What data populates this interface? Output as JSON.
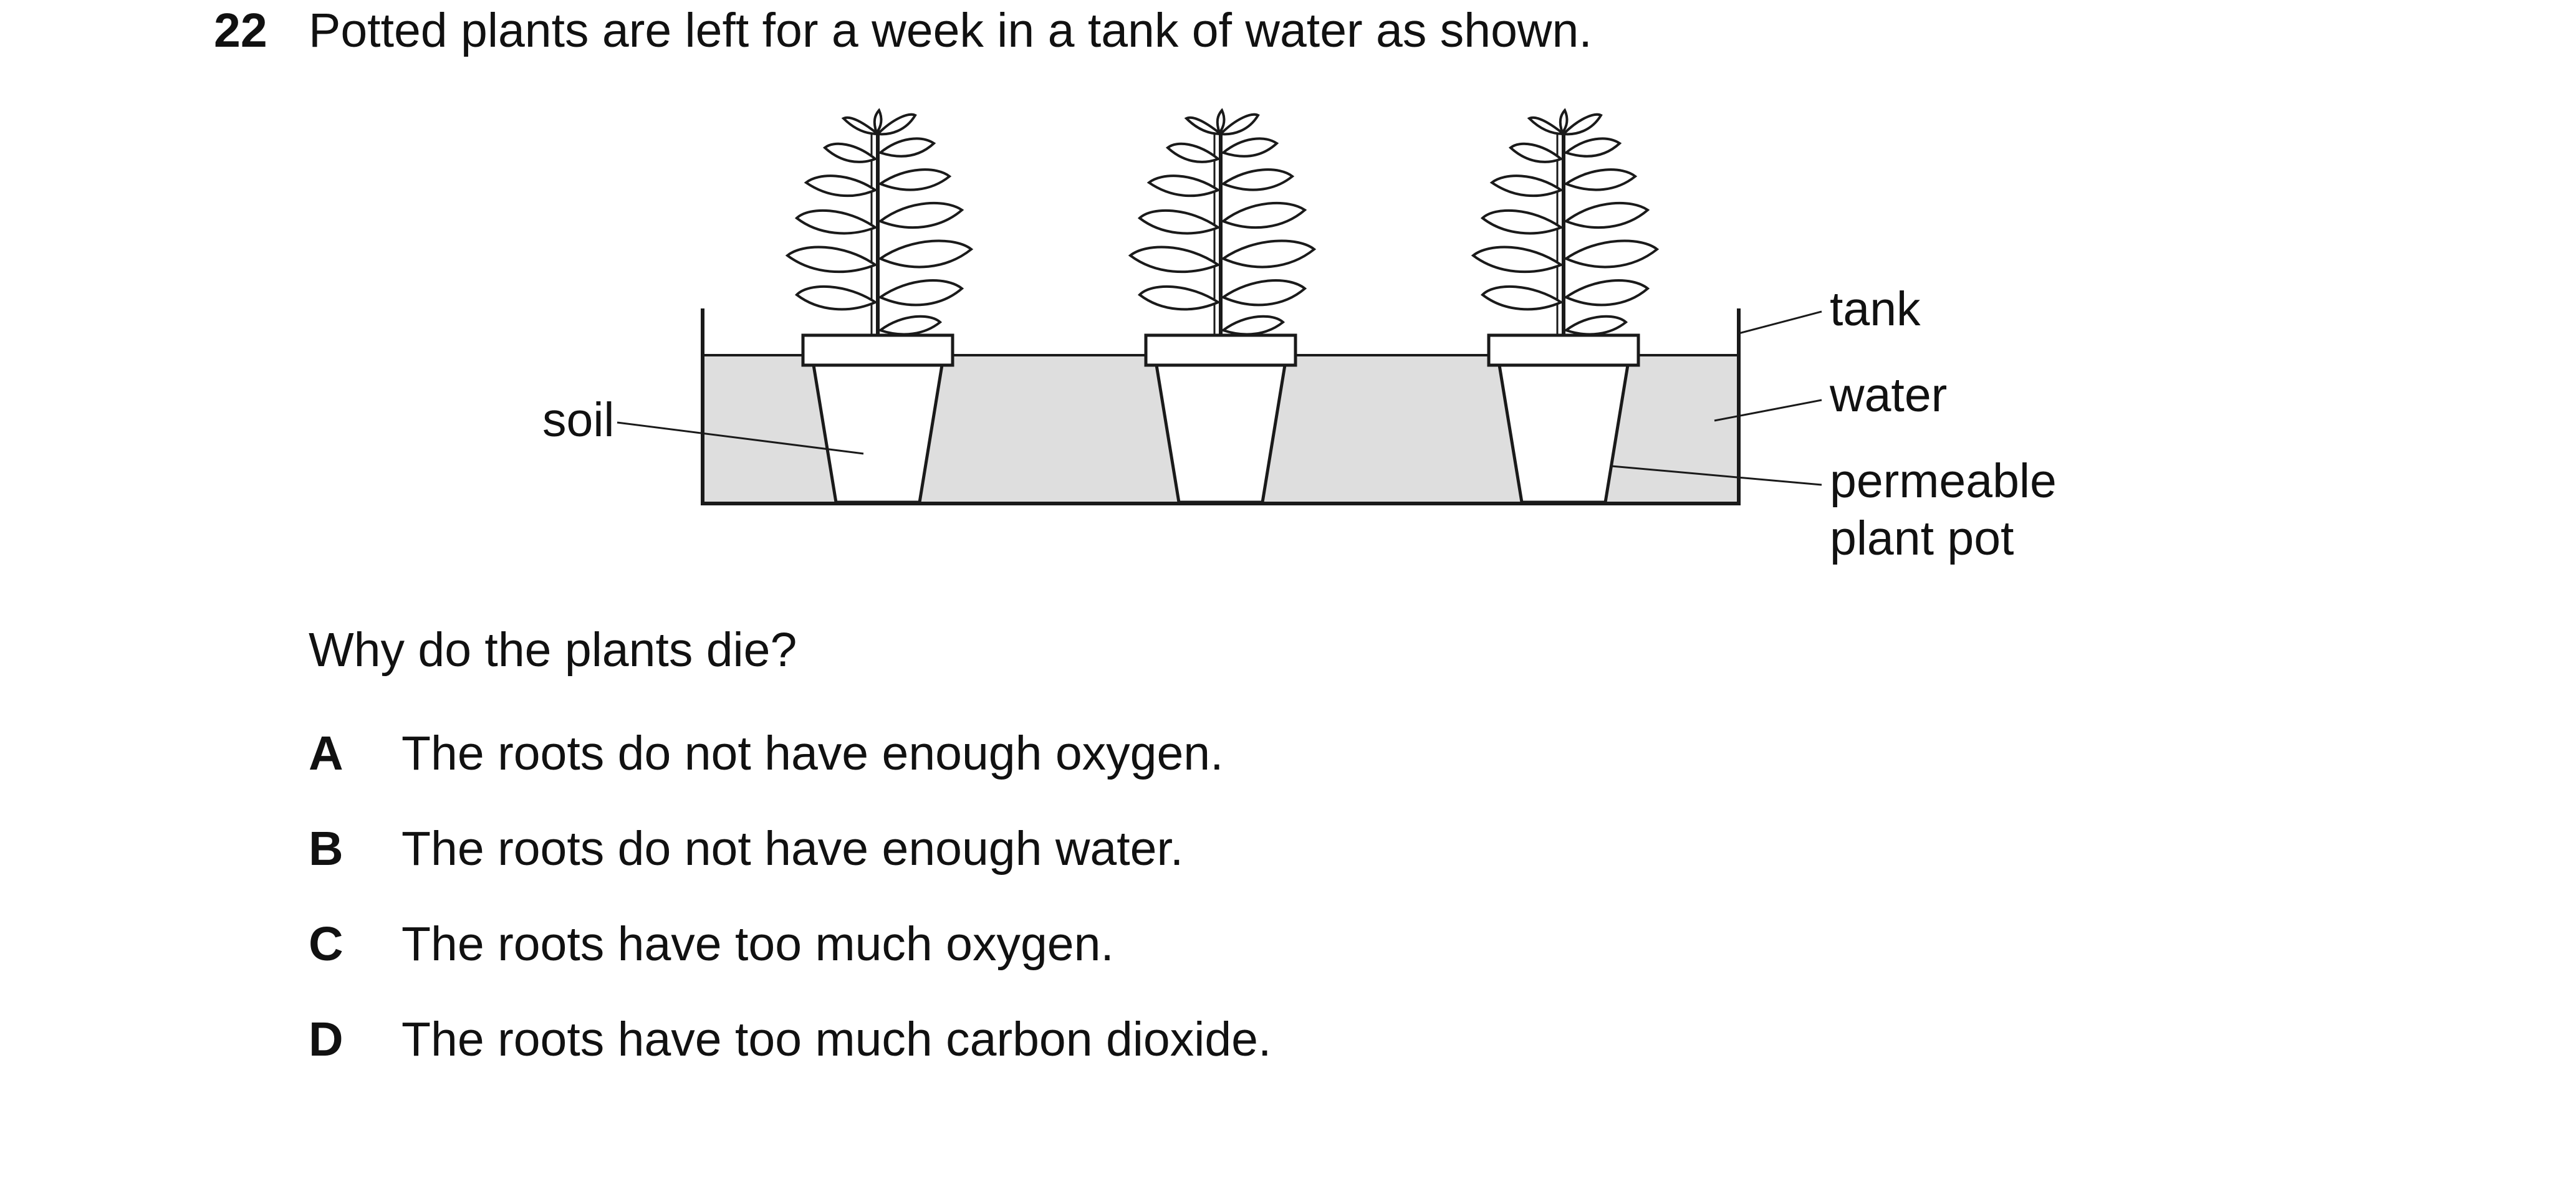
{
  "question": {
    "number": "22",
    "stem": "Potted plants are left for a week in a tank of water as shown."
  },
  "diagram": {
    "labels": {
      "soil": "soil",
      "tank": "tank",
      "water": "water",
      "pot_line1": "permeable",
      "pot_line2": "plant pot"
    },
    "colors": {
      "water": "#dedede",
      "outline": "#1a1a1a",
      "pot": "#ffffff"
    }
  },
  "prompt": "Why do the plants die?",
  "options": [
    {
      "letter": "A",
      "text": "The roots do not have enough oxygen."
    },
    {
      "letter": "B",
      "text": "The roots do not have enough water."
    },
    {
      "letter": "C",
      "text": "The roots have too much oxygen."
    },
    {
      "letter": "D",
      "text": "The roots have too much carbon dioxide."
    }
  ]
}
